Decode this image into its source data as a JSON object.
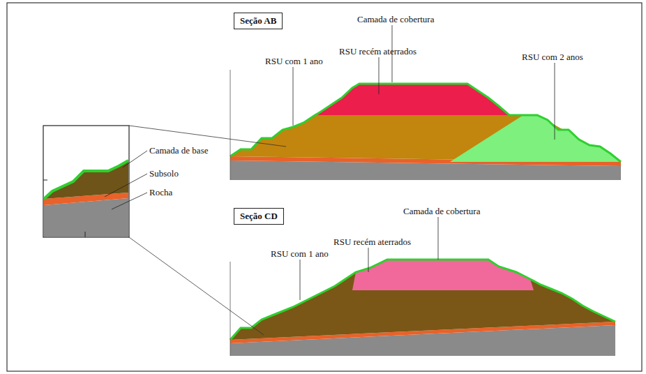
{
  "diagram": {
    "nodes": [
      {
        "text": [
          "Seção AB"
        ]
      },
      {
        "text": [
          "Seção CD"
        ]
      }
    ],
    "labels": [
      "Camada de cobertura",
      "RSU recém aterrados",
      "RSU com 1 ano",
      "RSU com 2 anos",
      "RSU recém aterrados",
      "Camada de cobertura",
      "RSU com 1 ano",
      "Camada de base",
      "Subsolo",
      "Rocha"
    ]
  }
}
